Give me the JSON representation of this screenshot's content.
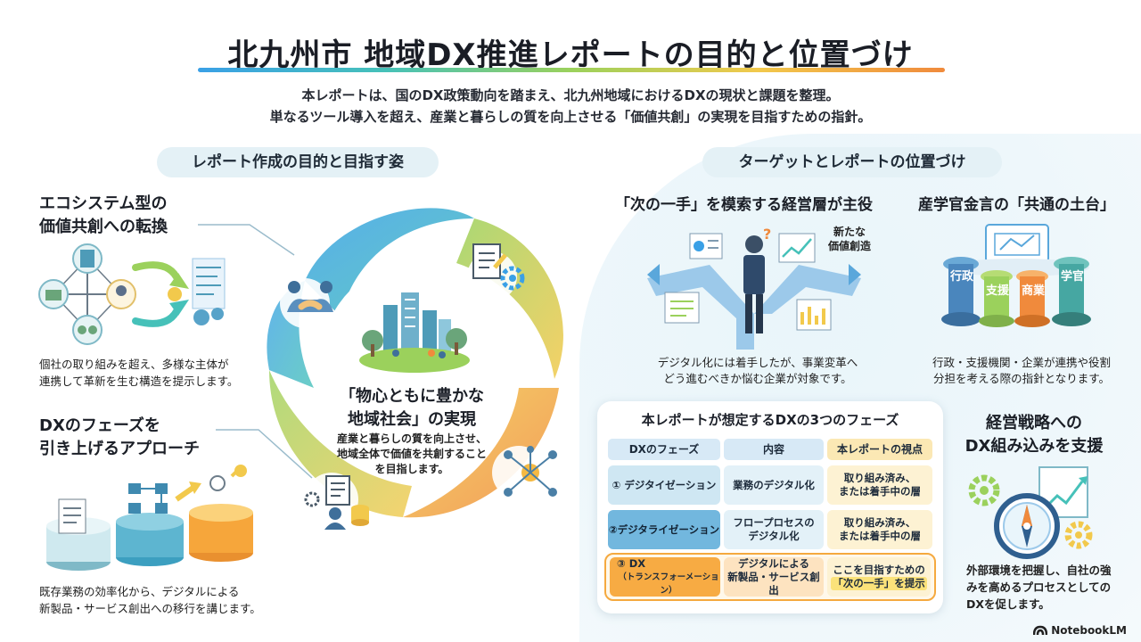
{
  "title": "北九州市 地域DX推進レポートの目的と位置づけ",
  "subtitle_lines": [
    "本レポートは、国のDX政策動向を踏まえ、北九州地域におけるDXの現状と課題を整理。",
    "単なるツール導入を超え、産業と暮らしの質を向上させる「価値共創」の実現を目指すための指針。"
  ],
  "left_section": {
    "pill": "レポート作成の目的と目指す姿",
    "block1": {
      "heading_lines": [
        "エコシステム型の",
        "価値共創への転換"
      ],
      "body_lines": [
        "個社の取り組みを超え、多様な主体が",
        "連携して革新を生む構造を提示します。"
      ]
    },
    "block2": {
      "heading_lines": [
        "DXのフェーズを",
        "引き上げるアプローチ"
      ],
      "body_lines": [
        "既存業務の効率化から、デジタルによる",
        "新製品・サービス創出への移行を講じます。"
      ]
    }
  },
  "center": {
    "heading_lines": [
      "「物心ともに豊かな",
      "地域社会」の実現"
    ],
    "body_lines": [
      "産業と暮らしの質を向上させ、",
      "地域全体で価値を共創すること",
      "を目指します。"
    ]
  },
  "right_section": {
    "pill": "ターゲットとレポートの位置づけ",
    "target": {
      "heading": "「次の一手」を模索する経営層が主役",
      "bubble_lines": [
        "新たな",
        "価値創造"
      ],
      "body_lines": [
        "デジタル化には着手したが、事業変革へ",
        "どう進むべきか悩む企業が対象です。"
      ]
    },
    "platform": {
      "heading": "産学官金言の「共通の土台」",
      "pillars": [
        "行政",
        "支援",
        "商業",
        "学官"
      ],
      "body_lines": [
        "行政・支援機関・企業が連携や役割",
        "分担を考える際の指針となります。"
      ]
    },
    "strategy": {
      "heading_lines": [
        "経営戦略への",
        "DX組み込みを支援"
      ],
      "body_lines": [
        "外部環境を把握し、自社の強",
        "みを高めるプロセスとしての",
        "DXを促します。"
      ]
    }
  },
  "phase_table": {
    "title": "本レポートが想定するDXの3つのフェーズ",
    "headers": [
      "DXのフェーズ",
      "内容",
      "本レポートの視点"
    ],
    "rows": [
      {
        "phase": "① デジタイゼーション",
        "content": "業務のデジタル化",
        "view_lines": [
          "取り組み済み、",
          "または着手中の層"
        ]
      },
      {
        "phase": "②デジタライゼーション",
        "content_lines": [
          "フロープロセスの",
          "デジタル化"
        ],
        "view_lines": [
          "取り組み済み、",
          "または着手中の層"
        ]
      },
      {
        "phase_lines": [
          "③ DX",
          "（トランスフォーメーション）"
        ],
        "content_lines": [
          "デジタルによる",
          "新製品・サービス創出"
        ],
        "view_lines": [
          "ここを目指すための",
          "「次の一手」を提示"
        ]
      }
    ]
  },
  "logo": "NotebookLM",
  "colors": {
    "accent_blue": "#3aa0e6",
    "accent_teal": "#46c1b9",
    "accent_green": "#9bd15c",
    "accent_yellow": "#f2c94c",
    "accent_orange": "#f08a3c",
    "pill_bg": "#e4f1f6"
  },
  "icons": [
    "handshake-icon",
    "document-gear-icon",
    "network-icon",
    "city-park-icon",
    "people-database-icon",
    "businessman-crossroads-icon",
    "pillars-icon",
    "compass-gears-icon",
    "ecosystem-diagram-icon",
    "workflow-blocks-icon"
  ]
}
